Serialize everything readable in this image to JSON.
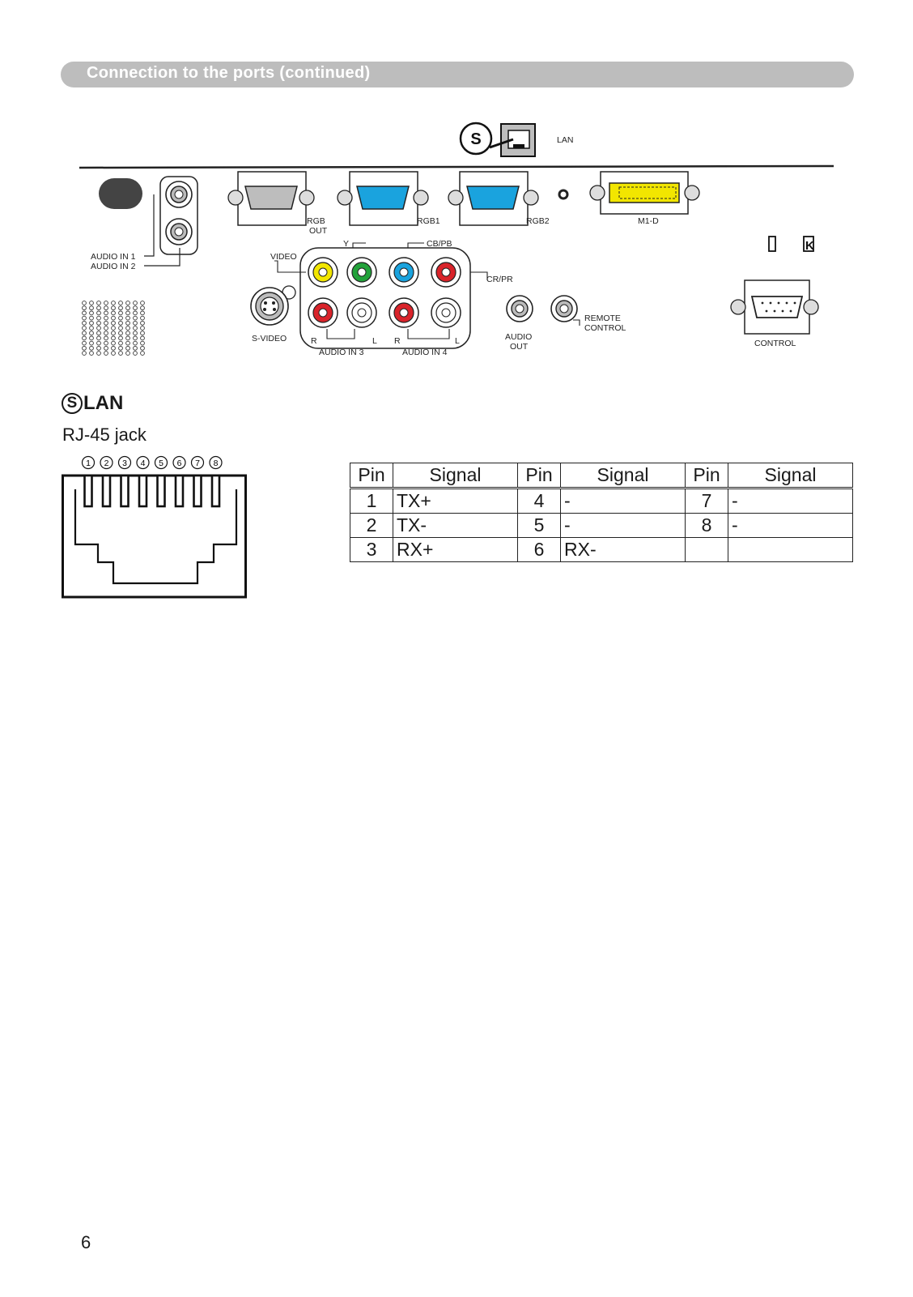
{
  "header": {
    "title": "Connection to the ports (continued)"
  },
  "panel": {
    "lan_port_label": "LAN",
    "lan_badge": "S",
    "labels": {
      "audio_in_1": "AUDIO IN 1",
      "audio_in_2": "AUDIO IN 2",
      "rgb_out_1": "RGB",
      "rgb_out_2": "OUT",
      "rgb1": "RGB1",
      "rgb2": "RGB2",
      "m1d": "M1-D",
      "video": "VIDEO",
      "y": "Y",
      "cb_pb": "CB/PB",
      "cr_pr": "CR/PR",
      "s_video": "S-VIDEO",
      "r3": "R",
      "l3": "L",
      "r4": "R",
      "l4": "L",
      "audio_in_3": "AUDIO IN 3",
      "audio_in_4": "AUDIO IN 4",
      "audio_out_1": "AUDIO",
      "audio_out_2": "OUT",
      "remote_1": "REMOTE",
      "remote_2": "CONTROL",
      "control": "CONTROL"
    },
    "colors": {
      "video": "#f2e600",
      "y": "#22a23a",
      "cb": "#1aa3de",
      "cr": "#d9232a",
      "audio_red": "#d9232a",
      "vga_blue": "#1aa3de",
      "dvi_yellow": "#f2e600"
    }
  },
  "lan_section": {
    "badge": "S",
    "heading": "LAN",
    "jack_caption": "RJ-45 jack",
    "pin_numbers": [
      "1",
      "2",
      "3",
      "4",
      "5",
      "6",
      "7",
      "8"
    ]
  },
  "pin_table": {
    "headers": [
      "Pin",
      "Signal",
      "Pin",
      "Signal",
      "Pin",
      "Signal"
    ],
    "rows": [
      [
        "1",
        "TX+",
        "4",
        "-",
        "7",
        "-"
      ],
      [
        "2",
        "TX-",
        "5",
        "-",
        "8",
        "-"
      ],
      [
        "3",
        "RX+",
        "6",
        "RX-",
        "",
        ""
      ]
    ]
  },
  "page_number": "6"
}
